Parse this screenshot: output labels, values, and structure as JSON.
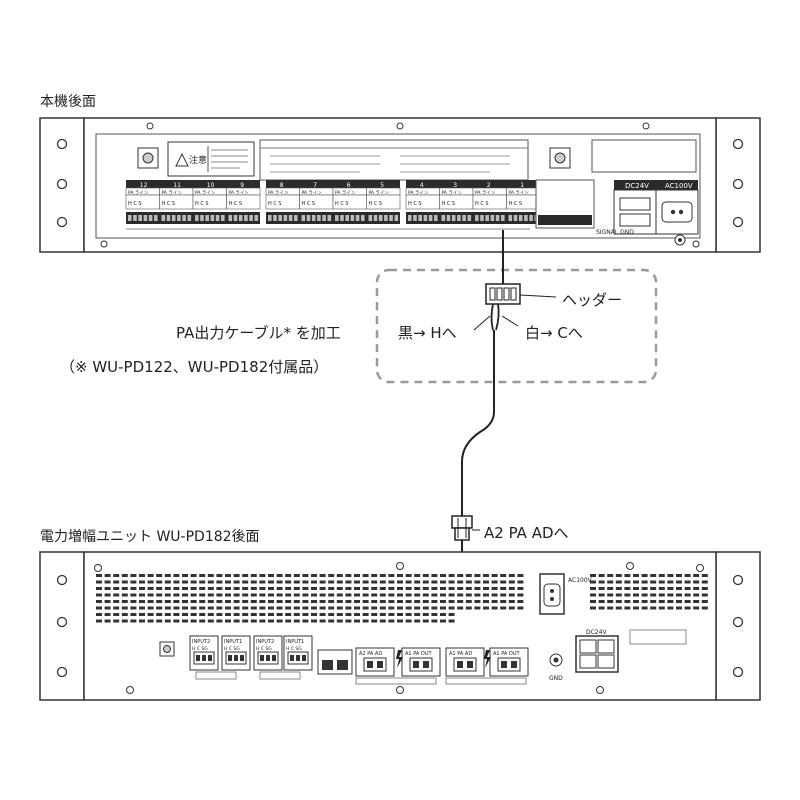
{
  "top_unit": {
    "title": "本機後面",
    "caution_title": "注意",
    "zone_groups": [
      {
        "zone": "12",
        "ch": "PA ライン"
      },
      {
        "zone": "11",
        "ch": "PA ライン"
      },
      {
        "zone": "10",
        "ch": "PA ライン"
      },
      {
        "zone": "9",
        "ch": "PA ライン"
      },
      {
        "zone": "8",
        "ch": "PA ライン"
      },
      {
        "zone": "7",
        "ch": "PA ライン"
      },
      {
        "zone": "6",
        "ch": "PA ライン"
      },
      {
        "zone": "5",
        "ch": "PA ライン"
      },
      {
        "zone": "4",
        "ch": "PA ライン"
      },
      {
        "zone": "3",
        "ch": "PA ライン"
      },
      {
        "zone": "2",
        "ch": "PA ライン"
      },
      {
        "zone": "1",
        "ch": "PA ライン"
      }
    ],
    "terminal_letters": "H C S",
    "power_dc": "DC24V",
    "power_ac": "AC100V",
    "signal_gnd": "SIGNAL GND"
  },
  "callout": {
    "header_label": "ヘッダー",
    "black_wire": "黒→ Hへ",
    "white_wire": "白→ Cへ",
    "cable_label": "PA出力ケーブル* を加工",
    "cable_note": "（※ WU-PD122、WU-PD182付属品）"
  },
  "connector_label": "A2 PA ADへ",
  "bottom_unit": {
    "title": "電力増幅ユニット WU-PD182後面",
    "ac_label": "AC100V",
    "dc_label": "DC24V",
    "gnd_label": "GND",
    "port_labels": [
      "INPUT2",
      "INPUT1",
      "INPUT2",
      "INPUT1",
      "A2 PA AD",
      "A1 PA OUT",
      "A1 PA AD",
      "A1 PA OUT"
    ],
    "pin_letters": "H C SG"
  },
  "colors": {
    "line": "#333333",
    "dash": "#9a9a9a",
    "panel_bg": "#ffffff",
    "terminal_bg": "#2b2b2b"
  }
}
